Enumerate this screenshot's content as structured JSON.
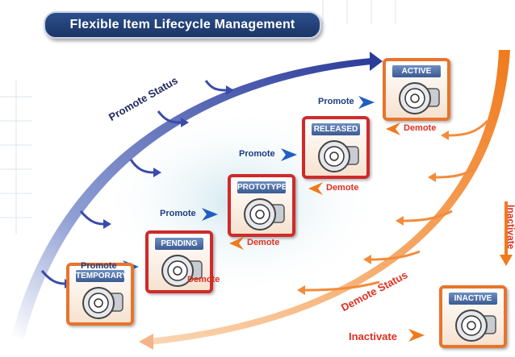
{
  "title": "Flexible Item Lifecycle Management",
  "stages": {
    "temporary": "TEMPORARY",
    "pending": "PENDING",
    "prototype": "PROTOTYPE",
    "released": "RELEASED",
    "active": "ACTIVE",
    "inactive": "INACTIVE"
  },
  "labels": {
    "promote": "Promote",
    "demote": "Demote",
    "promote_status": "Promote Status",
    "demote_status": "Demote Status",
    "inactivate": "Inactivate"
  },
  "colors": {
    "promote_blue": "#1f3b82",
    "demote_red": "#e03020",
    "stage_orange": "#e8742c",
    "stage_red": "#cf2a2a",
    "header_blue": "#3a5a92"
  },
  "icons": [
    "part-icon"
  ]
}
